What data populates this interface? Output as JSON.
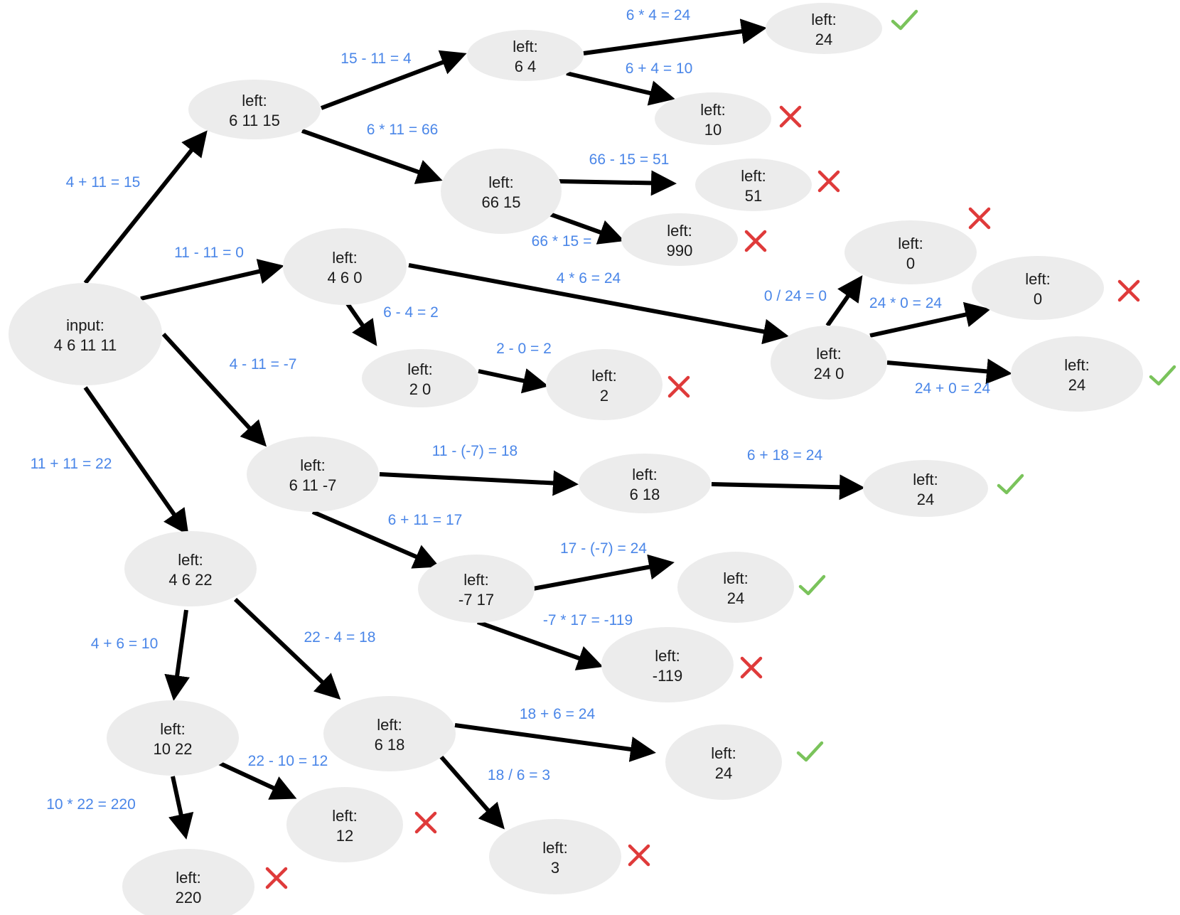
{
  "colors": {
    "node_fill": "#ececec",
    "edge": "#000000",
    "label": "#4a86e8",
    "check": "#7ac35b",
    "cross": "#df3a3a"
  },
  "nodes": [
    {
      "id": "n0",
      "title": "input:",
      "value": "4 6 11 11"
    },
    {
      "id": "n1",
      "title": "left:",
      "value": "6 11 15"
    },
    {
      "id": "n2",
      "title": "left:",
      "value": "6 4"
    },
    {
      "id": "n3",
      "title": "left:",
      "value": "24",
      "result": "check"
    },
    {
      "id": "n4",
      "title": "left:",
      "value": "10",
      "result": "cross"
    },
    {
      "id": "n5",
      "title": "left:",
      "value": "66 15"
    },
    {
      "id": "n6",
      "title": "left:",
      "value": "51",
      "result": "cross"
    },
    {
      "id": "n7",
      "title": "left:",
      "value": "990",
      "result": "cross"
    },
    {
      "id": "n8",
      "title": "left:",
      "value": "4 6 0"
    },
    {
      "id": "n9",
      "title": "left:",
      "value": "2 0"
    },
    {
      "id": "n10",
      "title": "left:",
      "value": "2",
      "result": "cross"
    },
    {
      "id": "n11",
      "title": "left:",
      "value": "24 0"
    },
    {
      "id": "n12",
      "title": "left:",
      "value": "0",
      "result": "cross"
    },
    {
      "id": "n13",
      "title": "left:",
      "value": "0",
      "result": "cross"
    },
    {
      "id": "n14",
      "title": "left:",
      "value": "24",
      "result": "check"
    },
    {
      "id": "n15",
      "title": "left:",
      "value": "6 11 -7"
    },
    {
      "id": "n16",
      "title": "left:",
      "value": "6 18"
    },
    {
      "id": "n17",
      "title": "left:",
      "value": "24",
      "result": "check"
    },
    {
      "id": "n18",
      "title": "left:",
      "value": "-7 17"
    },
    {
      "id": "n19",
      "title": "left:",
      "value": "24",
      "result": "check"
    },
    {
      "id": "n20",
      "title": "left:",
      "value": "-119",
      "result": "cross"
    },
    {
      "id": "n21",
      "title": "left:",
      "value": "4 6 22"
    },
    {
      "id": "n22",
      "title": "left:",
      "value": "10 22"
    },
    {
      "id": "n23",
      "title": "left:",
      "value": "220",
      "result": "cross"
    },
    {
      "id": "n24",
      "title": "left:",
      "value": "12",
      "result": "cross"
    },
    {
      "id": "n25",
      "title": "left:",
      "value": "6 18"
    },
    {
      "id": "n26",
      "title": "left:",
      "value": "24",
      "result": "check"
    },
    {
      "id": "n27",
      "title": "left:",
      "value": "3",
      "result": "cross"
    }
  ],
  "edges": [
    {
      "from": "n0",
      "to": "n1",
      "label": "4 + 11 = 15"
    },
    {
      "from": "n1",
      "to": "n2",
      "label": "15 - 11 = 4"
    },
    {
      "from": "n2",
      "to": "n3",
      "label": "6 * 4 = 24"
    },
    {
      "from": "n2",
      "to": "n4",
      "label": "6 + 4 = 10"
    },
    {
      "from": "n1",
      "to": "n5",
      "label": "6 * 11 = 66"
    },
    {
      "from": "n5",
      "to": "n6",
      "label": "66 - 15 = 51"
    },
    {
      "from": "n5",
      "to": "n7",
      "label": "66 * 15 ="
    },
    {
      "from": "n0",
      "to": "n8",
      "label": "11 - 11 = 0"
    },
    {
      "from": "n8",
      "to": "n9",
      "label": "6 - 4 = 2"
    },
    {
      "from": "n9",
      "to": "n10",
      "label": "2 - 0 = 2"
    },
    {
      "from": "n8",
      "to": "n11",
      "label": "4 * 6 = 24"
    },
    {
      "from": "n11",
      "to": "n12",
      "label": "0 / 24 = 0"
    },
    {
      "from": "n11",
      "to": "n13",
      "label": "24 * 0 = 24"
    },
    {
      "from": "n11",
      "to": "n14",
      "label": "24 + 0 = 24"
    },
    {
      "from": "n0",
      "to": "n15",
      "label": "4 - 11 = -7"
    },
    {
      "from": "n15",
      "to": "n16",
      "label": "11 - (-7) = 18"
    },
    {
      "from": "n16",
      "to": "n17",
      "label": "6 + 18 = 24"
    },
    {
      "from": "n15",
      "to": "n18",
      "label": "6 + 11 = 17"
    },
    {
      "from": "n18",
      "to": "n19",
      "label": "17 - (-7) = 24"
    },
    {
      "from": "n18",
      "to": "n20",
      "label": "-7 * 17 = -119"
    },
    {
      "from": "n0",
      "to": "n21",
      "label": "11 + 11 = 22"
    },
    {
      "from": "n21",
      "to": "n22",
      "label": "4 + 6 = 10"
    },
    {
      "from": "n22",
      "to": "n23",
      "label": "10 * 22 = 220"
    },
    {
      "from": "n22",
      "to": "n24",
      "label": "22 - 10 = 12"
    },
    {
      "from": "n21",
      "to": "n25",
      "label": "22 - 4 = 18"
    },
    {
      "from": "n25",
      "to": "n26",
      "label": "18 + 6 = 24"
    },
    {
      "from": "n25",
      "to": "n27",
      "label": "18 / 6 = 3"
    }
  ]
}
